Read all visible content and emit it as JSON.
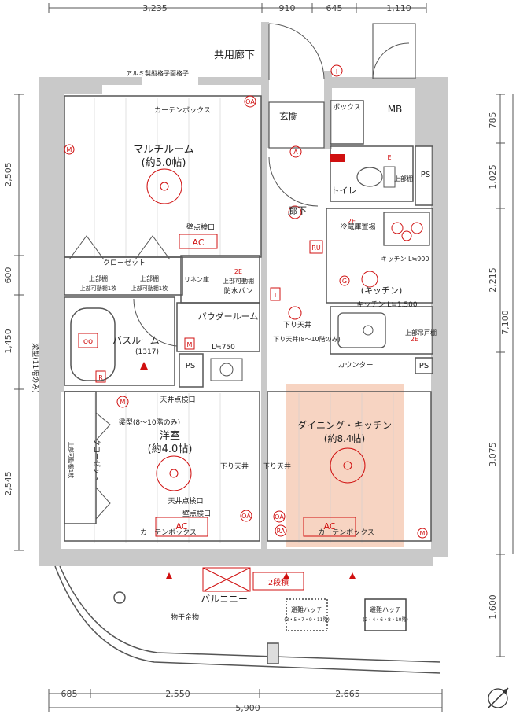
{
  "dimensions": {
    "top": [
      "3,235",
      "910",
      "645",
      "1,110"
    ],
    "bottom": [
      "685",
      "2,550",
      "2,665"
    ],
    "bottom_total": "5,900",
    "left": [
      "2,505",
      "600",
      "1,450",
      "2,545"
    ],
    "right": [
      "785",
      "1,025",
      "2,215",
      "3,075",
      "1,600"
    ],
    "right_total": "7,100"
  },
  "rooms": {
    "corridor_shared": "共用廊下",
    "lattice_note": "アルミ製縦格子面格子",
    "multi_room": "マルチルーム",
    "multi_room_size": "(約5.0帖)",
    "curtain_box": "カーテンボックス",
    "entrance": "玄関",
    "box": "ボックス",
    "mb": "MB",
    "ps": "PS",
    "toilet": "トイレ",
    "upper_shelf_v": "上部棚",
    "hallway": "廊下",
    "wall_inspection": "壁点検口",
    "closet": "クローゼット",
    "upper_shelf_left": "上部棚",
    "upper_shelf_right": "上部棚",
    "movable_shelf_left": "上部可動棚1枚",
    "movable_shelf_right": "上部可動棚1枚",
    "linen": "リネン庫",
    "upper_movable_shelf": "上部可動棚",
    "waterproof_pan": "防水パン",
    "fridge": "冷蔵庫置場",
    "kitchen_l900": "キッチン L≒900",
    "kitchen": "(キッチン)",
    "kitchen_l1500": "キッチン L≒1,500",
    "bathroom": "バスルーム",
    "bathroom_size": "(1317)",
    "powder_room": "パウダールーム",
    "powder_l": "L≒750",
    "drop_ceiling": "下り天井",
    "drop_ceiling_note": "下り天井(8〜10階のみ)",
    "upper_hanging_shelf": "上部吊戸棚",
    "counter": "カウンター",
    "ceiling_inspection": "天井点検口",
    "beam_note": "梁型(8〜10階のみ)",
    "western_room": "洋室",
    "western_room_size": "(約4.0帖)",
    "dining_kitchen": "ダイニング・キッチン",
    "dining_kitchen_size": "(約8.4帖)",
    "ac": "AC",
    "two_step": "2段積",
    "balcony": "バルコニー",
    "laundry": "物干金物",
    "hatch_left": "避難ハッチ",
    "hatch_left_floors": "(3・5・7・9・11階)",
    "hatch_right": "避難ハッチ",
    "hatch_right_floors": "(2・4・6・8・10階)",
    "beam_side_note": "梁型(11階のみ)",
    "upper_movable_vertical": "上部可動棚1枚"
  },
  "symbols": {
    "oa": "OA",
    "ra": "RA",
    "m": "M",
    "i": "I",
    "r": "R",
    "g": "G",
    "e": "E",
    "a": "A",
    "ru": "RU",
    "two_e": "2E"
  },
  "colors": {
    "wall": "#c9c9c9",
    "symbol": "#d01010",
    "highlight": "#f4c6ad",
    "dimension": "#444444"
  },
  "icons": [
    "north-arrow-icon",
    "door-swing-icon",
    "bathtub-icon",
    "sink-icon",
    "toilet-icon",
    "stove-icon",
    "ceiling-light-icon"
  ]
}
